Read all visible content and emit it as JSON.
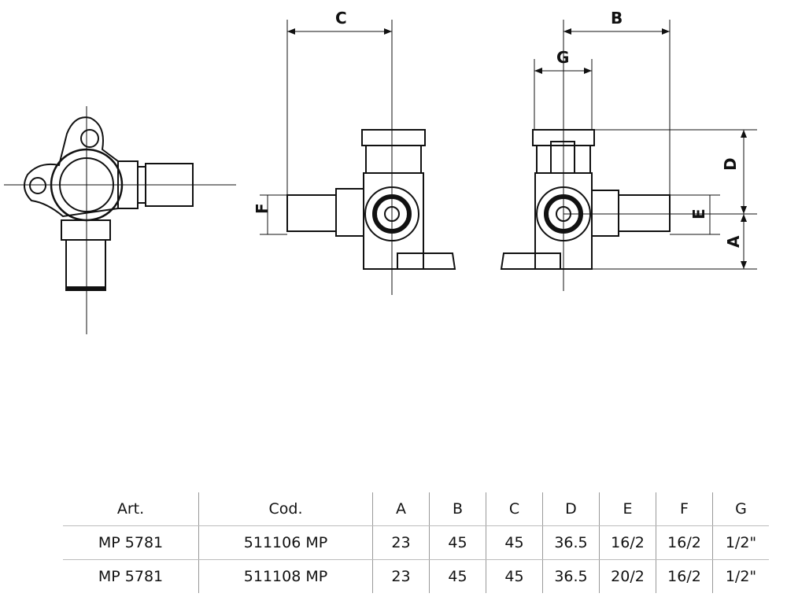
{
  "drawing": {
    "title": "Wall-plate elbow fitting – technical drawing",
    "dimension_labels": {
      "A": "A",
      "B": "B",
      "C": "C",
      "D": "D",
      "E": "E",
      "F": "F",
      "G": "G"
    },
    "line_color": "#111111"
  },
  "table": {
    "headers": [
      "Art.",
      "Cod.",
      "A",
      "B",
      "C",
      "D",
      "E",
      "F",
      "G"
    ],
    "rows": [
      [
        "MP 5781",
        "511106 MP",
        "23",
        "45",
        "45",
        "36.5",
        "16/2",
        "16/2",
        "1/2\""
      ],
      [
        "MP 5781",
        "511108 MP",
        "23",
        "45",
        "45",
        "36.5",
        "20/2",
        "16/2",
        "1/2\""
      ]
    ]
  }
}
